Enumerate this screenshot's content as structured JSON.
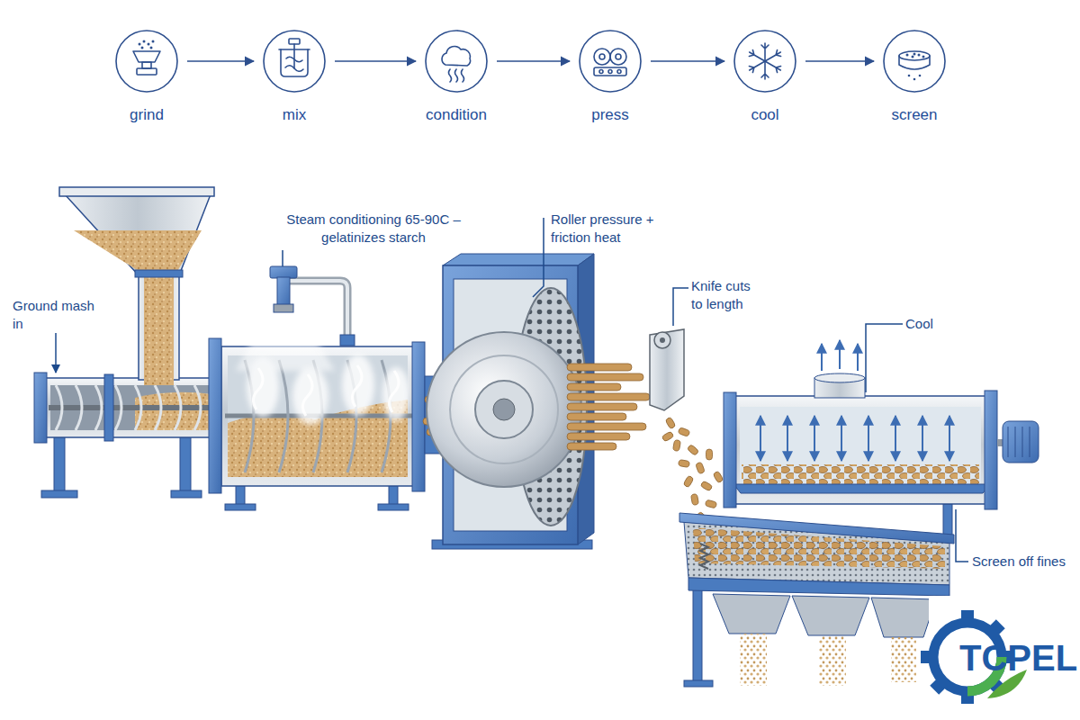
{
  "diagram": {
    "nodes": [
      {
        "text": [
          "grind"
        ]
      },
      {
        "text": [
          "mix"
        ]
      },
      {
        "text": [
          "condition"
        ]
      },
      {
        "text": [
          "press"
        ]
      },
      {
        "text": [
          "cool"
        ]
      },
      {
        "text": [
          "screen"
        ]
      }
    ],
    "edges": [
      {
        "from": 0,
        "to": 1,
        "arrow": "to"
      },
      {
        "from": 1,
        "to": 2,
        "arrow": "to"
      },
      {
        "from": 2,
        "to": 3,
        "arrow": "to"
      },
      {
        "from": 3,
        "to": 4,
        "arrow": "to"
      },
      {
        "from": 4,
        "to": 5,
        "arrow": "to"
      }
    ],
    "labels": [
      "Ground mash in",
      "Steam conditioning 65-90C – gelatinizes starch",
      "Roller pressure + friction heat",
      "Knife cuts to length",
      "Cool",
      "Screen off fines",
      "TCPEL"
    ]
  }
}
